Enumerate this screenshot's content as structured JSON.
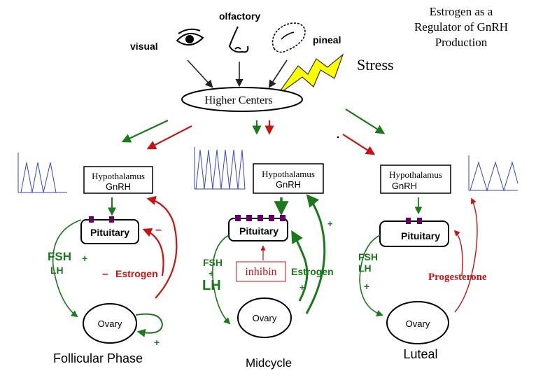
{
  "title": {
    "line1": "Estrogen as a",
    "line2": "Regulator of GnRH",
    "line3": "Production"
  },
  "inputs": {
    "visual": "visual",
    "olfactory": "olfactory",
    "pineal": "pineal",
    "stress": "Stress"
  },
  "center": {
    "label": "Higher Centers"
  },
  "phases": {
    "follicular": {
      "name": "Follicular Phase",
      "hypothalamus": "Hypothalamus",
      "gnrh": "GnRH",
      "pituitary": "Pituitary",
      "fsh": "FSH",
      "lh": "LH",
      "plus1": "+",
      "minus1": "–",
      "minus2": "–",
      "estrogen": "Estrogen",
      "ovary": "Ovary",
      "plus2": "+"
    },
    "midcycle": {
      "name": "Midcycle",
      "hypothalamus": "Hypothalamus",
      "gnrh": "GnRH",
      "pituitary": "Pituitary",
      "fsh": "FSH",
      "plus_small": "+",
      "lh": "LH",
      "inhibin": "inhibin",
      "estrogen": "Estrogen",
      "plus1": "+",
      "plus2": "+",
      "ovary": "Ovary"
    },
    "luteal": {
      "name": "Luteal",
      "hypothalamus": "Hypothalamus",
      "gnrh": "GnRH",
      "pituitary": "Pituitary",
      "fsh": "FSH",
      "lh": "LH",
      "plus1": "+",
      "progesterone": "Progesterone",
      "ovary": "Ovary"
    }
  },
  "colors": {
    "green": "#1a7a1a",
    "red": "#cc1111",
    "purple": "#660066",
    "yellow": "#ffff00",
    "pulse": "#3344cc"
  }
}
